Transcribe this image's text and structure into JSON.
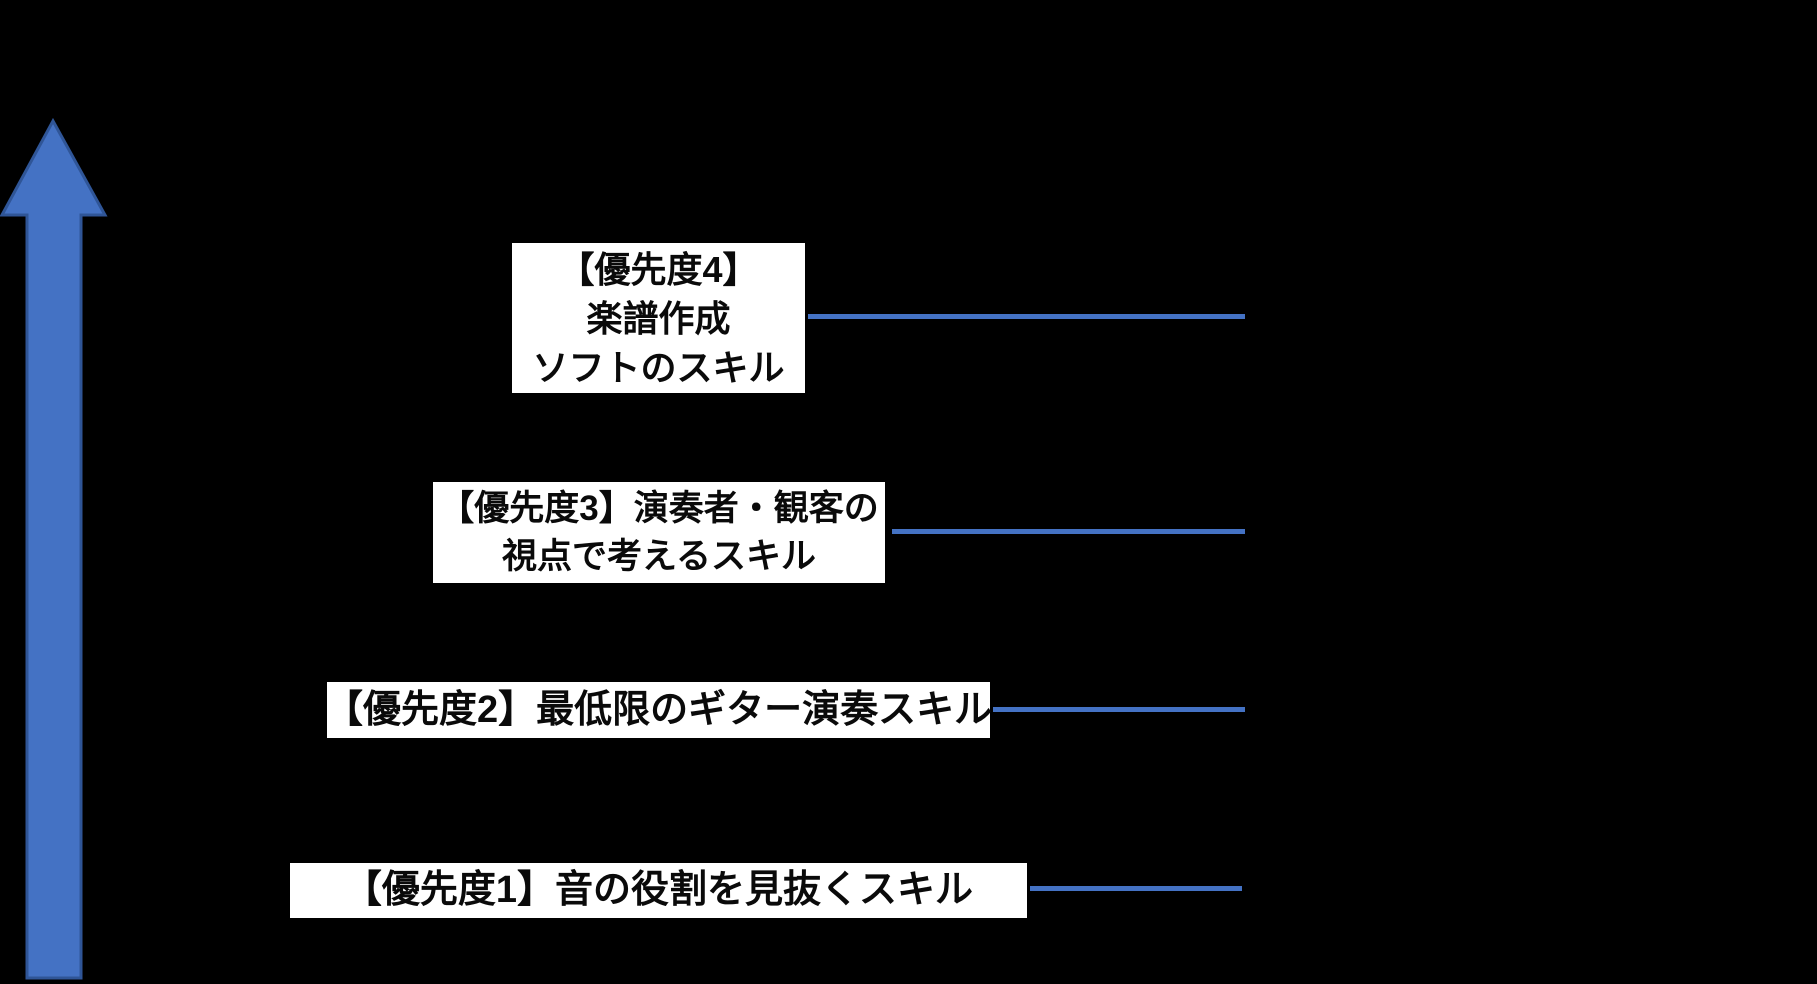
{
  "background_color": "#000000",
  "accent_color": "#4472C4",
  "arrow": {
    "direction": "up",
    "fill": "#4472C4",
    "border": "#2F5597"
  },
  "boxes": [
    {
      "id": "priority-4",
      "lines": [
        "【優先度4】",
        "楽譜作成",
        "ソフトのスキル"
      ]
    },
    {
      "id": "priority-3",
      "lines": [
        "【優先度3】演奏者・観客の",
        "視点で考えるスキル"
      ]
    },
    {
      "id": "priority-2",
      "lines": [
        "【優先度2】最低限のギター演奏スキル"
      ]
    },
    {
      "id": "priority-1",
      "lines": [
        "【優先度1】音の役割を見抜くスキル"
      ]
    }
  ]
}
